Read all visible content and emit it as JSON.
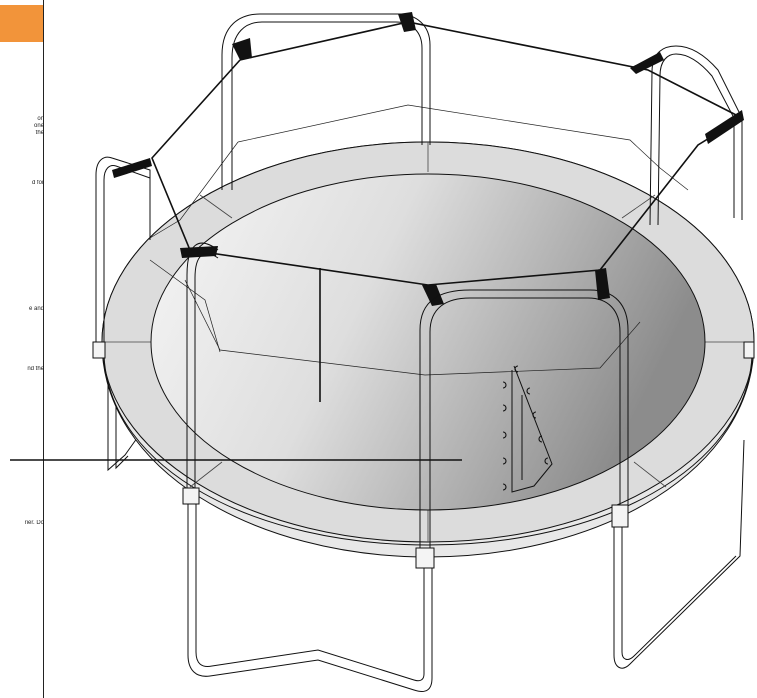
{
  "left_panel": {
    "accent_color": "#f2943a",
    "text_fragments": [
      "on",
      "one",
      "the",
      "d for",
      "e and",
      "nd the",
      "rier. Do"
    ]
  },
  "diagram": {
    "subject": "trampoline-with-safety-enclosure",
    "colors": {
      "pad": "#dcdcdc",
      "stroke": "#111111",
      "strap": "#111111"
    }
  }
}
